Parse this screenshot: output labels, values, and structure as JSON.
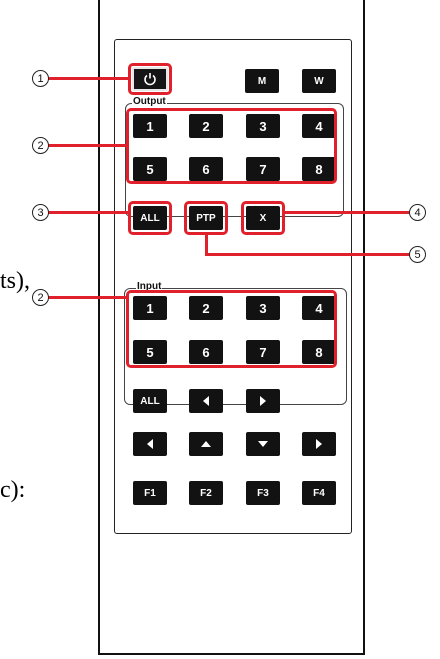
{
  "page_fragments": {
    "left_upper": "ts),",
    "left_lower": "c):"
  },
  "callouts": {
    "power": "1",
    "output_numbers": "2",
    "output_all": "3",
    "x_key": "4",
    "ptp": "5",
    "input_numbers": "2"
  },
  "remote": {
    "top_row": {
      "power_icon": "power-icon",
      "m": "M",
      "w": "W"
    },
    "output": {
      "label": "Output",
      "keys": [
        "1",
        "2",
        "3",
        "4",
        "5",
        "6",
        "7",
        "8"
      ],
      "all": "ALL",
      "ptp": "PTP",
      "x": "X"
    },
    "input": {
      "label": "Input",
      "keys": [
        "1",
        "2",
        "3",
        "4",
        "5",
        "6",
        "7",
        "8"
      ],
      "all": "ALL"
    },
    "arrows_row1": [
      "arrow-left-icon",
      "arrow-right-icon"
    ],
    "arrows_row2": [
      "arrow-left-icon",
      "arrow-up-icon",
      "arrow-down-icon",
      "arrow-right-icon"
    ],
    "function_keys": [
      "F1",
      "F2",
      "F3",
      "F4"
    ]
  },
  "colors": {
    "highlight": "#e0202a",
    "key": "#121212",
    "key_text": "#ffffff"
  }
}
